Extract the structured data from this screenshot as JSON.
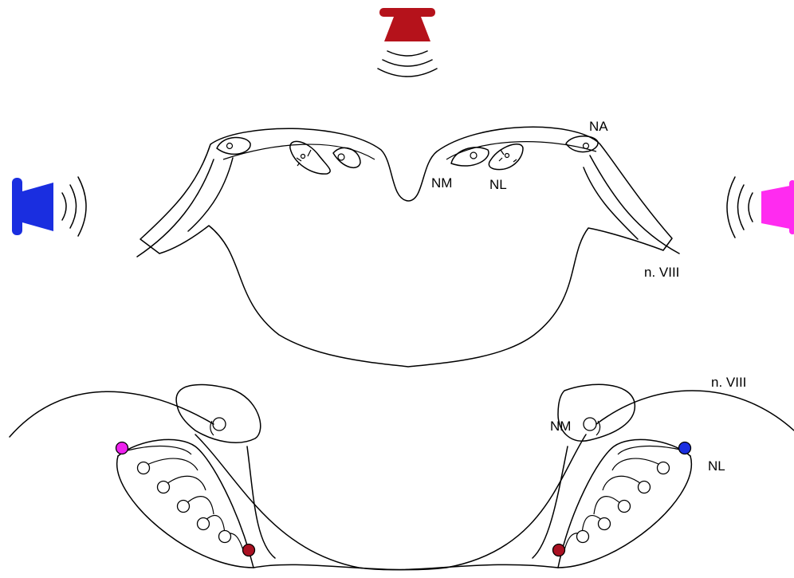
{
  "labels": {
    "na": "NA",
    "nm_upper": "NM",
    "nl_upper": "NL",
    "nerve_upper": "n. VIII",
    "nerve_lower": "n. VIII",
    "nm_lower": "NM",
    "nl_lower": "NL"
  },
  "colors": {
    "speaker_top": "#b5121b",
    "speaker_left": "#1a2ee0",
    "speaker_right": "#ff2bf0",
    "neuron_magenta": "#ee22ee",
    "neuron_blue": "#1a2ee0",
    "neuron_red": "#aa1122"
  },
  "icons": [
    "speaker-top-icon",
    "speaker-left-icon",
    "speaker-right-icon"
  ]
}
